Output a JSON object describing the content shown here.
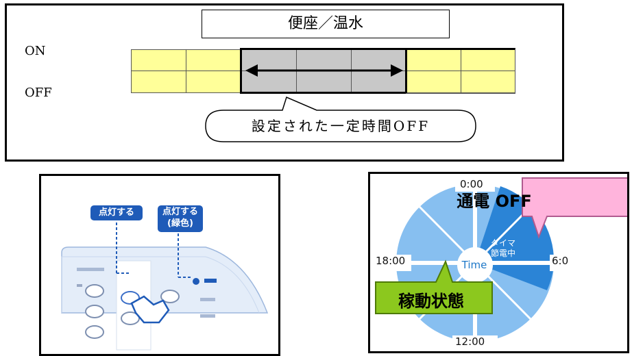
{
  "top_diagram": {
    "title": "便座／温水",
    "on_label": "ON",
    "off_label": "OFF",
    "callout": "設定された一定時間OFF",
    "colors": {
      "active_cell": "#ffff99",
      "off_cell": "#c8c8c8"
    }
  },
  "panel_illustration": {
    "tag_lit": "点灯する",
    "tag_lit_green_line1": "点灯する",
    "tag_lit_green_line2": "(緑色)"
  },
  "clock_illustration": {
    "tick_top": "0:00",
    "tick_left": "18:00",
    "tick_right": "6:0",
    "tick_bottom": "12:00",
    "center_label": "Time",
    "inner_label_line1": "タイマ",
    "inner_label_line2": "節電中",
    "power_off_callout": "通電 OFF",
    "operating_callout": "稼動状態",
    "colors": {
      "dial": "#5aa8e6",
      "pink": "#ffb4dc",
      "green": "#8cc81e"
    }
  }
}
